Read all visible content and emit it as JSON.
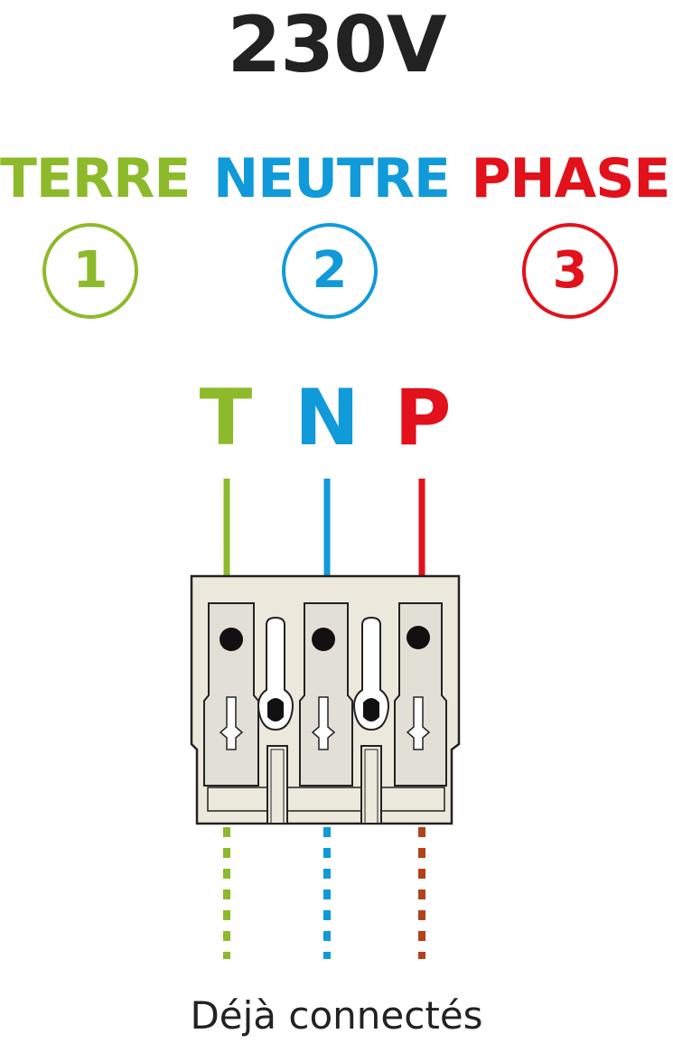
{
  "voltage": "230V",
  "wires": [
    {
      "name": "TERRE",
      "number": "1",
      "letter": "T",
      "color": "#8dba2b",
      "tail_color": "#8dba2b"
    },
    {
      "name": "NEUTRE",
      "number": "2",
      "letter": "N",
      "color": "#119ad9",
      "tail_color": "#119ad9"
    },
    {
      "name": "PHASE",
      "number": "3",
      "letter": "P",
      "color": "#e2111b",
      "tail_color": "#b0431c"
    }
  ],
  "caption": "Déjà connectés",
  "colors": {
    "text": "#222222",
    "connector_body": "#ece8dc",
    "connector_outline": "#222222",
    "terminal": "#e2e0d6"
  }
}
